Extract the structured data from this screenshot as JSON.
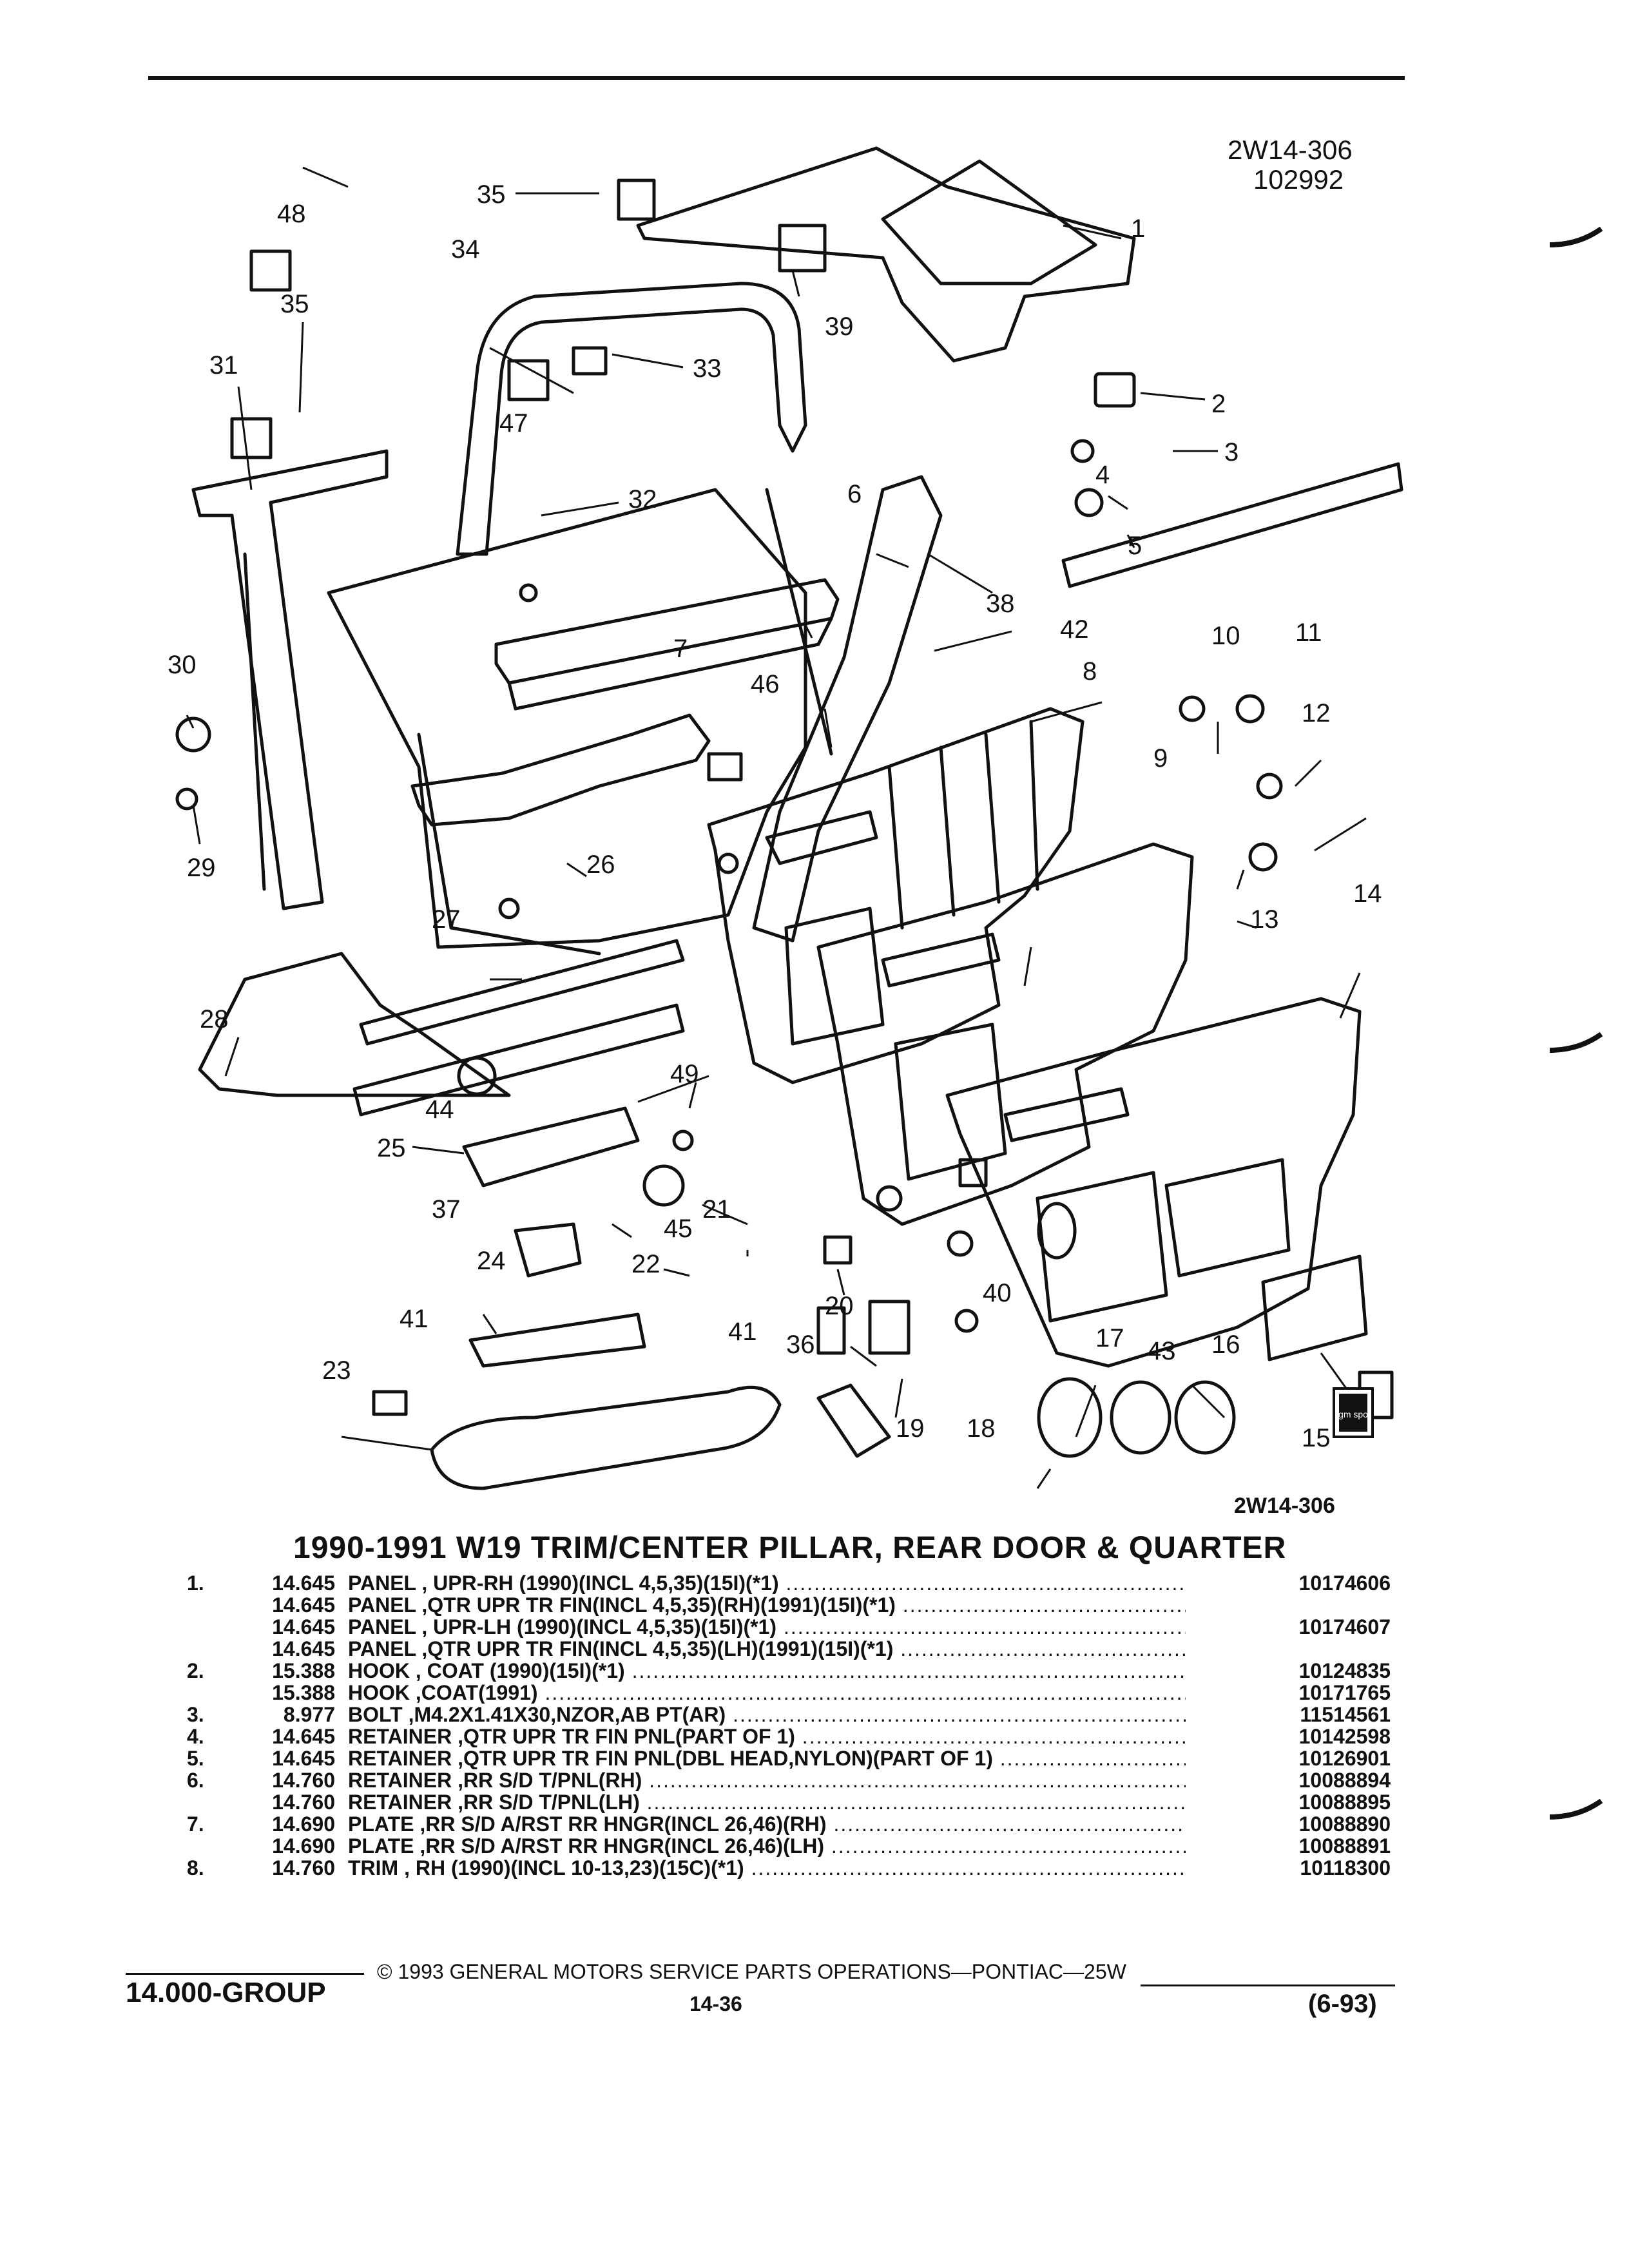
{
  "header": {
    "code_line1": "2W14-306",
    "code_line2": "102992"
  },
  "diagram": {
    "callouts": [
      "1",
      "2",
      "3",
      "4",
      "5",
      "6",
      "7",
      "8",
      "9",
      "10",
      "11",
      "12",
      "13",
      "14",
      "15",
      "16",
      "17",
      "18",
      "19",
      "20",
      "21",
      "22",
      "23",
      "24",
      "25",
      "26",
      "27",
      "28",
      "29",
      "30",
      "31",
      "32",
      "33",
      "34",
      "35",
      "35",
      "36",
      "37",
      "38",
      "39",
      "40",
      "41",
      "41",
      "42",
      "43",
      "44",
      "45",
      "46",
      "47",
      "48",
      "49"
    ],
    "figure_id": "2W14-306",
    "logo_text": "gm spo"
  },
  "section_title": "1990-1991 W19 TRIM/CENTER PILLAR, REAR DOOR & QUARTER",
  "parts": [
    {
      "index": "1.",
      "group": "14.645",
      "desc": "PANEL , UPR-RH (1990)(INCL 4,5,35)(15I)(*1)",
      "part": "10174606"
    },
    {
      "index": "",
      "group": "14.645",
      "desc": "PANEL ,QTR UPR TR FIN(INCL 4,5,35)(RH)(1991)(15I)(*1)",
      "part": ""
    },
    {
      "index": "",
      "group": "14.645",
      "desc": "PANEL , UPR-LH (1990)(INCL 4,5,35)(15I)(*1)",
      "part": "10174607"
    },
    {
      "index": "",
      "group": "14.645",
      "desc": "PANEL ,QTR UPR TR FIN(INCL 4,5,35)(LH)(1991)(15I)(*1)",
      "part": ""
    },
    {
      "index": "2.",
      "group": "15.388",
      "desc": "HOOK , COAT (1990)(15I)(*1)",
      "part": "10124835"
    },
    {
      "index": "",
      "group": "15.388",
      "desc": "HOOK ,COAT(1991)",
      "part": "10171765"
    },
    {
      "index": "3.",
      "group": "8.977",
      "desc": "BOLT ,M4.2X1.41X30,NZOR,AB PT(AR)",
      "part": "11514561"
    },
    {
      "index": "4.",
      "group": "14.645",
      "desc": "RETAINER ,QTR UPR TR FIN PNL(PART OF 1)",
      "part": "10142598"
    },
    {
      "index": "5.",
      "group": "14.645",
      "desc": "RETAINER ,QTR UPR TR FIN PNL(DBL HEAD,NYLON)(PART OF 1)",
      "part": "10126901"
    },
    {
      "index": "6.",
      "group": "14.760",
      "desc": "RETAINER ,RR S/D T/PNL(RH)",
      "part": "10088894"
    },
    {
      "index": "",
      "group": "14.760",
      "desc": "RETAINER ,RR S/D T/PNL(LH)",
      "part": "10088895"
    },
    {
      "index": "7.",
      "group": "14.690",
      "desc": "PLATE ,RR S/D A/RST RR HNGR(INCL 26,46)(RH)",
      "part": "10088890"
    },
    {
      "index": "",
      "group": "14.690",
      "desc": "PLATE ,RR S/D A/RST RR HNGR(INCL 26,46)(LH)",
      "part": "10088891"
    },
    {
      "index": "8.",
      "group": "14.760",
      "desc": "TRIM , RH (1990)(INCL 10-13,23)(15C)(*1)",
      "part": "10118300"
    }
  ],
  "footer": {
    "copyright": "© 1993 GENERAL MOTORS SERVICE PARTS OPERATIONS—PONTIAC—25W",
    "group": "14.000-GROUP",
    "page": "14-36",
    "date": "(6-93)"
  }
}
